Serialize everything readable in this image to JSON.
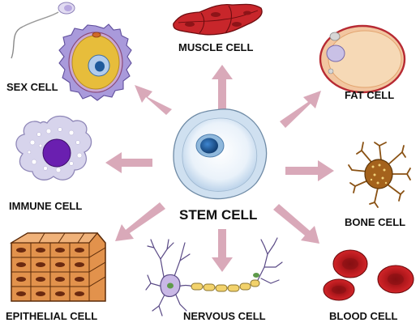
{
  "center": {
    "label": "STEM CELL"
  },
  "cells": {
    "sex": {
      "label": "SEX CELL",
      "icon": "sex-cell-icon"
    },
    "muscle": {
      "label": "MUSCLE CELL",
      "icon": "muscle-cell-icon"
    },
    "fat": {
      "label": "FAT CELL",
      "icon": "fat-cell-icon"
    },
    "immune": {
      "label": "IMMUNE CELL",
      "icon": "immune-cell-icon"
    },
    "bone": {
      "label": "BONE CELL",
      "icon": "bone-cell-icon"
    },
    "epithelial": {
      "label": "EPITHELIAL CELL",
      "icon": "epithelial-cell-icon"
    },
    "nervous": {
      "label": "NERVOUS CELL",
      "icon": "nervous-cell-icon"
    },
    "blood": {
      "label": "BLOOD CELL",
      "icon": "blood-cell-icon"
    }
  },
  "colors": {
    "arrow": "#d9a9b9",
    "stem_membrane": "#cfe0f0",
    "stem_nucleus": "#1e5a9c",
    "muscle": "#c8262b",
    "fat_body": "#f6d2a6",
    "fat_membrane": "#c9323a",
    "immune_body": "#d7d4ec",
    "immune_nucleus": "#6a1fb0",
    "bone_body": "#a4621c",
    "epithelial": "#e2924c",
    "nerve_myelin": "#f2d26b",
    "nerve_body": "#c9b8e6",
    "blood": "#c41d22",
    "sex_membrane": "#a99adb",
    "sex_body": "#e7bd3b"
  }
}
